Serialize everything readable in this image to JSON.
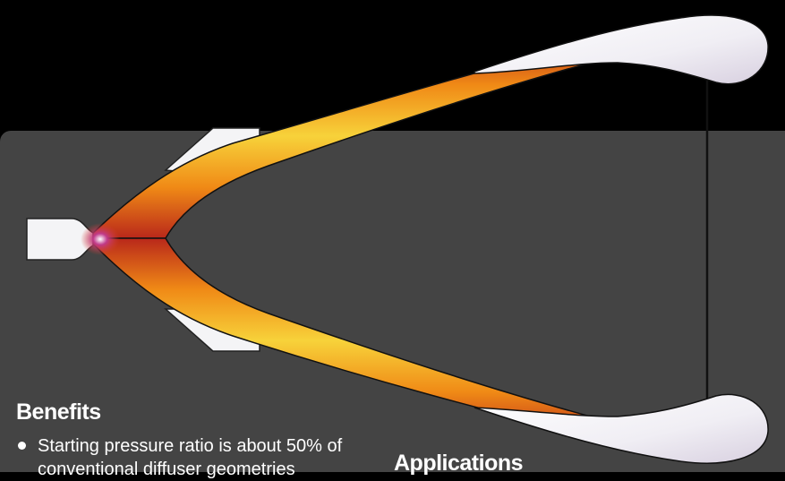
{
  "sections": {
    "benefits": {
      "title": "Benefits",
      "items": [
        "Starting pressure ratio is about 50% of conventional diffuser geometries"
      ]
    },
    "applications": {
      "title": "Applications"
    }
  },
  "colors": {
    "background": "#000000",
    "panel": "#444444",
    "text": "#ffffff",
    "plume_hot": "#f7d23a",
    "plume_mid": "#f08a16",
    "plume_edge": "#b9281a",
    "plume_core": "#5a1a5e",
    "lobe": "#f2f2f6"
  }
}
